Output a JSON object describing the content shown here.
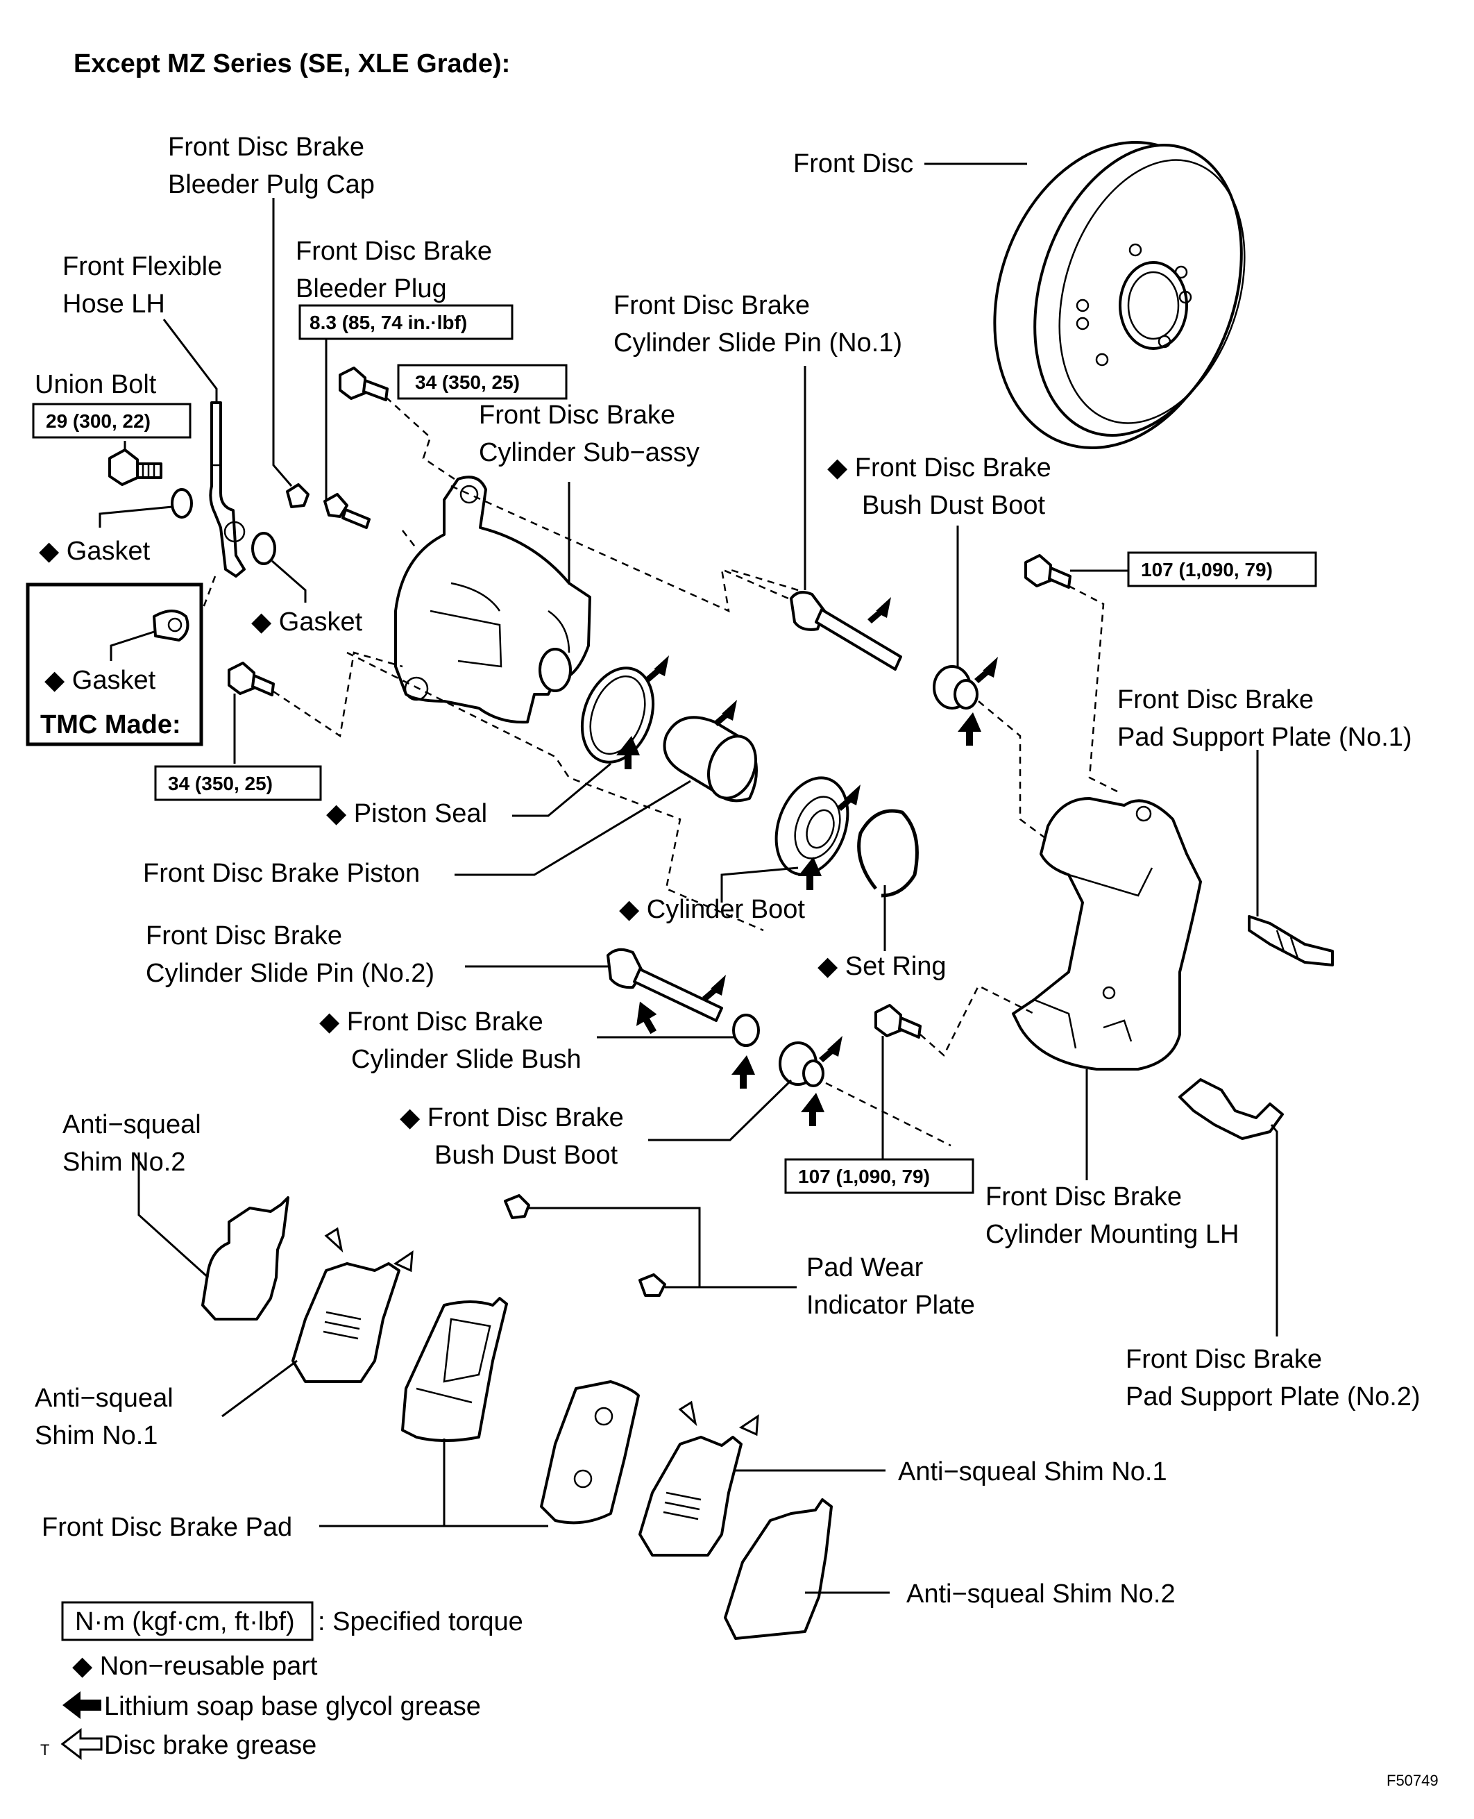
{
  "title": "Except MZ Series (SE, XLE Grade):",
  "labels": {
    "bleeder_plug_cap_1": "Front Disc Brake",
    "bleeder_plug_cap_2": "Bleeder Pulg Cap",
    "front_disc": "Front Disc",
    "flex_hose_1": "Front Flexible",
    "flex_hose_2": "Hose LH",
    "bleeder_plug_1": "Front Disc Brake",
    "bleeder_plug_2": "Bleeder Plug",
    "slide_pin1_1": "Front Disc Brake",
    "slide_pin1_2": "Cylinder Slide Pin (No.1)",
    "union_bolt": "Union Bolt",
    "cyl_subassy_1": "Front Disc Brake",
    "cyl_subassy_2": "Cylinder Sub−assy",
    "bush_boot_top_1": "◆ Front Disc Brake",
    "bush_boot_top_2": "Bush Dust Boot",
    "gasket_1": "◆ Gasket",
    "gasket_2": "◆ Gasket",
    "gasket_tmc": "◆ Gasket",
    "tmc_made": "TMC Made:",
    "pad_support1_1": "Front Disc Brake",
    "pad_support1_2": "Pad Support Plate (No.1)",
    "piston_seal": "◆ Piston Seal",
    "piston": "Front Disc Brake Piston",
    "cylinder_boot": "◆ Cylinder Boot",
    "slide_pin2_1": "Front Disc Brake",
    "slide_pin2_2": "Cylinder Slide Pin (No.2)",
    "set_ring": "◆ Set Ring",
    "slide_bush_1": "◆ Front Disc Brake",
    "slide_bush_2": "Cylinder Slide Bush",
    "shim2_left_1": "Anti−squeal",
    "shim2_left_2": "Shim No.2",
    "bush_boot_bot_1": "◆ Front Disc Brake",
    "bush_boot_bot_2": "Bush Dust Boot",
    "mounting_1": "Front Disc Brake",
    "mounting_2": "Cylinder Mounting LH",
    "pad_wear_1": "Pad Wear",
    "pad_wear_2": "Indicator Plate",
    "pad_support2_1": "Front Disc Brake",
    "pad_support2_2": "Pad Support Plate (No.2)",
    "shim1_left_1": "Anti−squeal",
    "shim1_left_2": "Shim No.1",
    "shim1_right": "Anti−squeal Shim No.1",
    "pad": "Front Disc Brake Pad",
    "shim2_right": "Anti−squeal Shim No.2"
  },
  "torques": {
    "bleeder": "8.3 (85, 74 in.·lbf)",
    "bolt_top": "34 (350, 25)",
    "union_bolt": "29 (300, 22)",
    "mount_top": "107 (1,090, 79)",
    "bolt_bottom": "34 (350, 25)",
    "mount_bottom": "107 (1,090, 79)"
  },
  "legend": {
    "torque_unit": "N·m (kgf·cm, ft·lbf)",
    "torque_text": ": Specified torque",
    "non_reusable": "◆ Non−reusable part",
    "lithium": "Lithium soap base glycol grease",
    "disc_grease_prefix": "T",
    "disc_grease": "Disc brake grease"
  },
  "figure_id": "F50749"
}
